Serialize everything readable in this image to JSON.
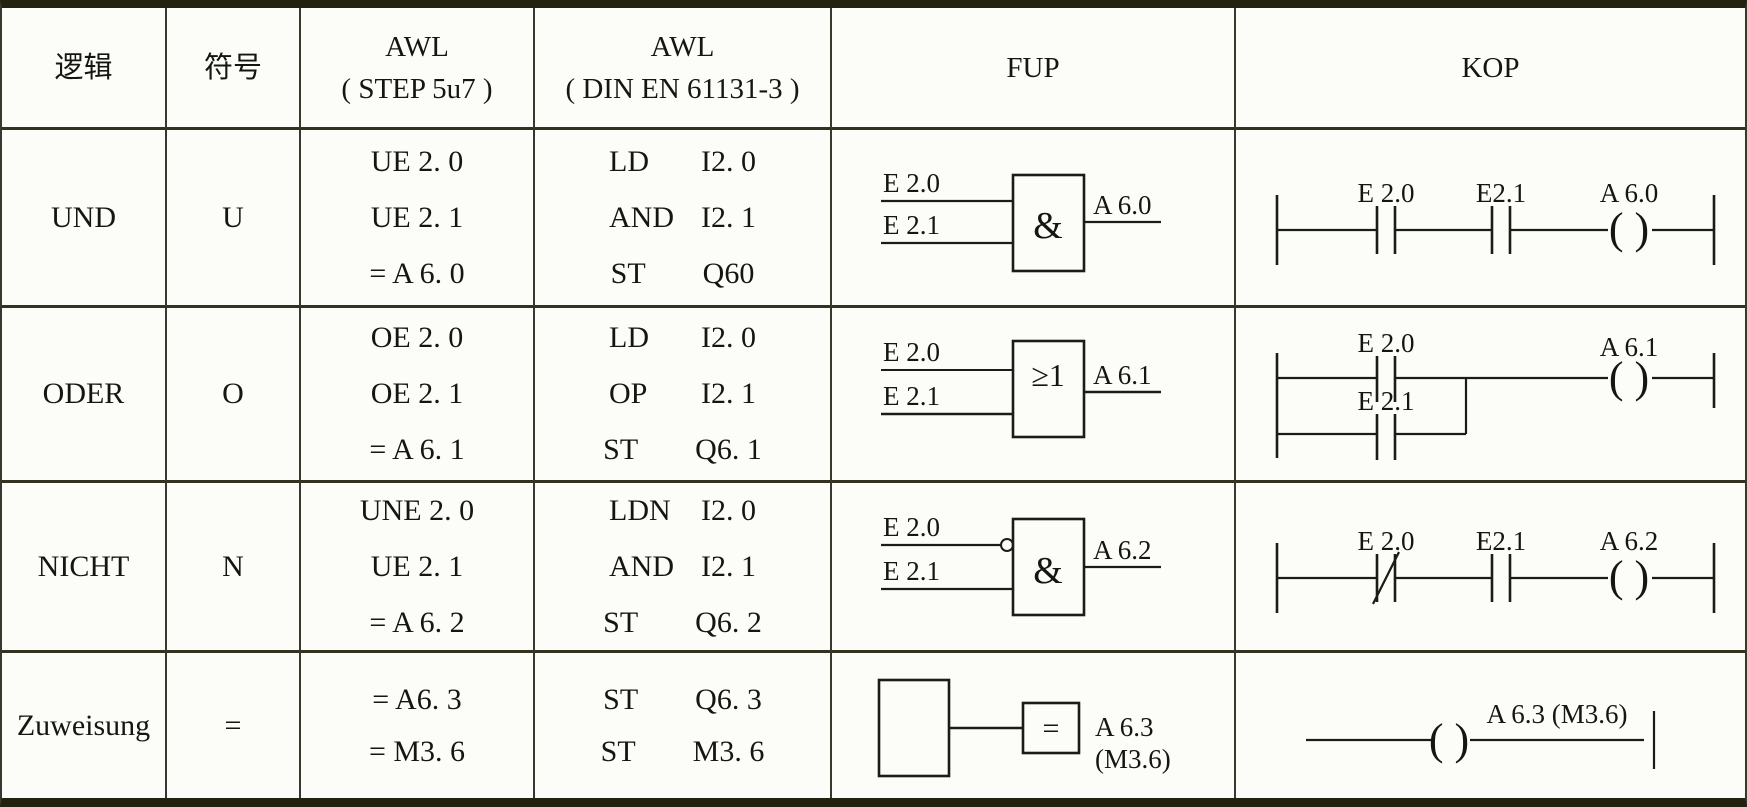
{
  "header": {
    "logic": "逻辑",
    "symbol": "符号",
    "awl_step_line1": "AWL",
    "awl_step_line2": "( STEP 5u7 )",
    "awl_din_line1": "AWL",
    "awl_din_line2": "( DIN EN 61131-3 )",
    "fup": "FUP",
    "kop": "KOP"
  },
  "rows": [
    {
      "logic": "UND",
      "symbol": "U",
      "awl_step": [
        "UE 2. 0",
        "UE 2. 1",
        "= A 6. 0"
      ],
      "awl_din": [
        {
          "op": "LD",
          "arg": "I2. 0"
        },
        {
          "op": "AND",
          "arg": "I2. 1"
        },
        {
          "op": "ST",
          "arg": "Q60"
        }
      ],
      "fup": {
        "gate": "&",
        "input1": "E 2.0",
        "input2": "E 2.1",
        "output": "A 6.0"
      },
      "kop": {
        "contact1": "E 2.0",
        "contact2": "E2.1",
        "coil": "A 6.0"
      }
    },
    {
      "logic": "ODER",
      "symbol": "O",
      "awl_step": [
        "OE 2. 0",
        "OE 2. 1",
        "= A 6. 1"
      ],
      "awl_din": [
        {
          "op": "LD",
          "arg": "I2. 0"
        },
        {
          "op": "OP",
          "arg": "I2. 1"
        },
        {
          "op": "ST",
          "arg": "Q6. 1"
        }
      ],
      "fup": {
        "gate": "≥1",
        "input1": "E 2.0",
        "input2": "E 2.1",
        "output": "A 6.1"
      },
      "kop": {
        "contact1": "E 2.0",
        "contact2": "E 2.1",
        "coil": "A 6.1"
      }
    },
    {
      "logic": "NICHT",
      "symbol": "N",
      "awl_step": [
        "UNE 2. 0",
        "UE 2. 1",
        "= A 6. 2"
      ],
      "awl_din": [
        {
          "op": "LDN",
          "arg": "I2. 0"
        },
        {
          "op": "AND",
          "arg": "I2. 1"
        },
        {
          "op": "ST",
          "arg": "Q6. 2"
        }
      ],
      "fup": {
        "gate": "&",
        "input1": "E 2.0",
        "input2": "E 2.1",
        "output": "A 6.2"
      },
      "kop": {
        "contact1": "E 2.0",
        "contact2": "E2.1",
        "coil": "A 6.2"
      }
    },
    {
      "logic": "Zuweisung",
      "symbol": "=",
      "awl_step": [
        "= A6. 3",
        "= M3. 6"
      ],
      "awl_din": [
        {
          "op": "ST",
          "arg": "Q6. 3"
        },
        {
          "op": "ST",
          "arg": "M3. 6"
        }
      ],
      "fup": {
        "box_label": "=",
        "output_line1": "A 6.3",
        "output_line2": "(M3.6)"
      },
      "kop": {
        "coil_label": "A 6.3 (M3.6)"
      }
    }
  ]
}
